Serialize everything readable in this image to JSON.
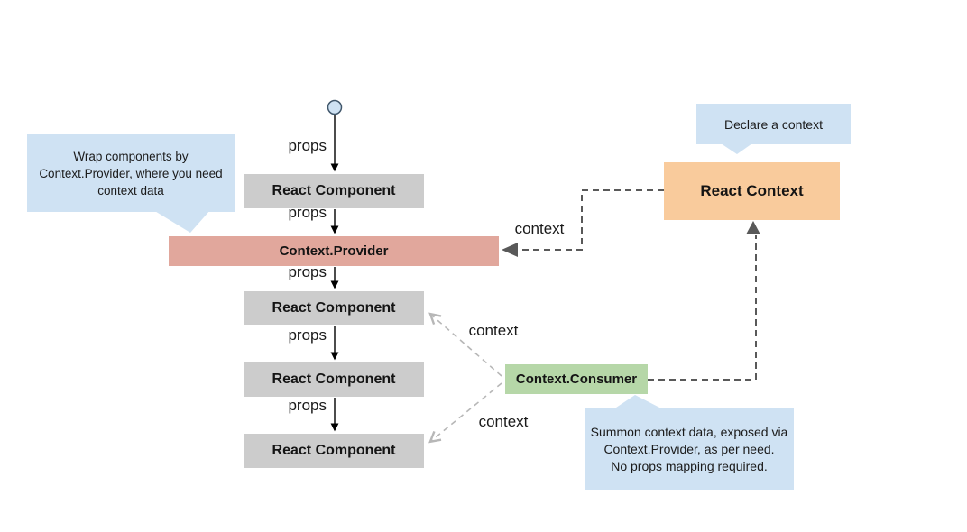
{
  "diagram": {
    "type": "flow-diagram",
    "topic": "React Context data flow",
    "colors": {
      "component_fill": "#cccccc",
      "provider_fill": "#e1a79c",
      "react_context_fill": "#f9cb9c",
      "consumer_fill": "#b6d7a8",
      "callout_fill": "#cfe2f3",
      "dark_connector": "#595959",
      "light_connector": "#b7b7b7",
      "solid_connector": "#000000",
      "text": "#1f1f1f"
    },
    "nodes": {
      "start": {
        "shape": "circle"
      },
      "component_1": {
        "label": "React Component"
      },
      "provider": {
        "label": "Context.Provider"
      },
      "component_2": {
        "label": "React Component"
      },
      "component_3": {
        "label": "React Component"
      },
      "component_4": {
        "label": "React Component"
      },
      "react_context": {
        "label": "React Context"
      },
      "consumer": {
        "label": "Context.Consumer"
      }
    },
    "edge_labels": {
      "props_1": "props",
      "props_2": "props",
      "props_3": "props",
      "props_4": "props",
      "props_5": "props",
      "context_to_provider": "context",
      "context_to_component_3": "context",
      "context_to_component_4": "context"
    },
    "callouts": {
      "wrap_note": "Wrap components by Context.Provider, where you need context data",
      "declare_note": "Declare a context",
      "summon_note": "Summon context data, exposed via Context.Provider, as per need.\nNo props mapping required."
    }
  }
}
